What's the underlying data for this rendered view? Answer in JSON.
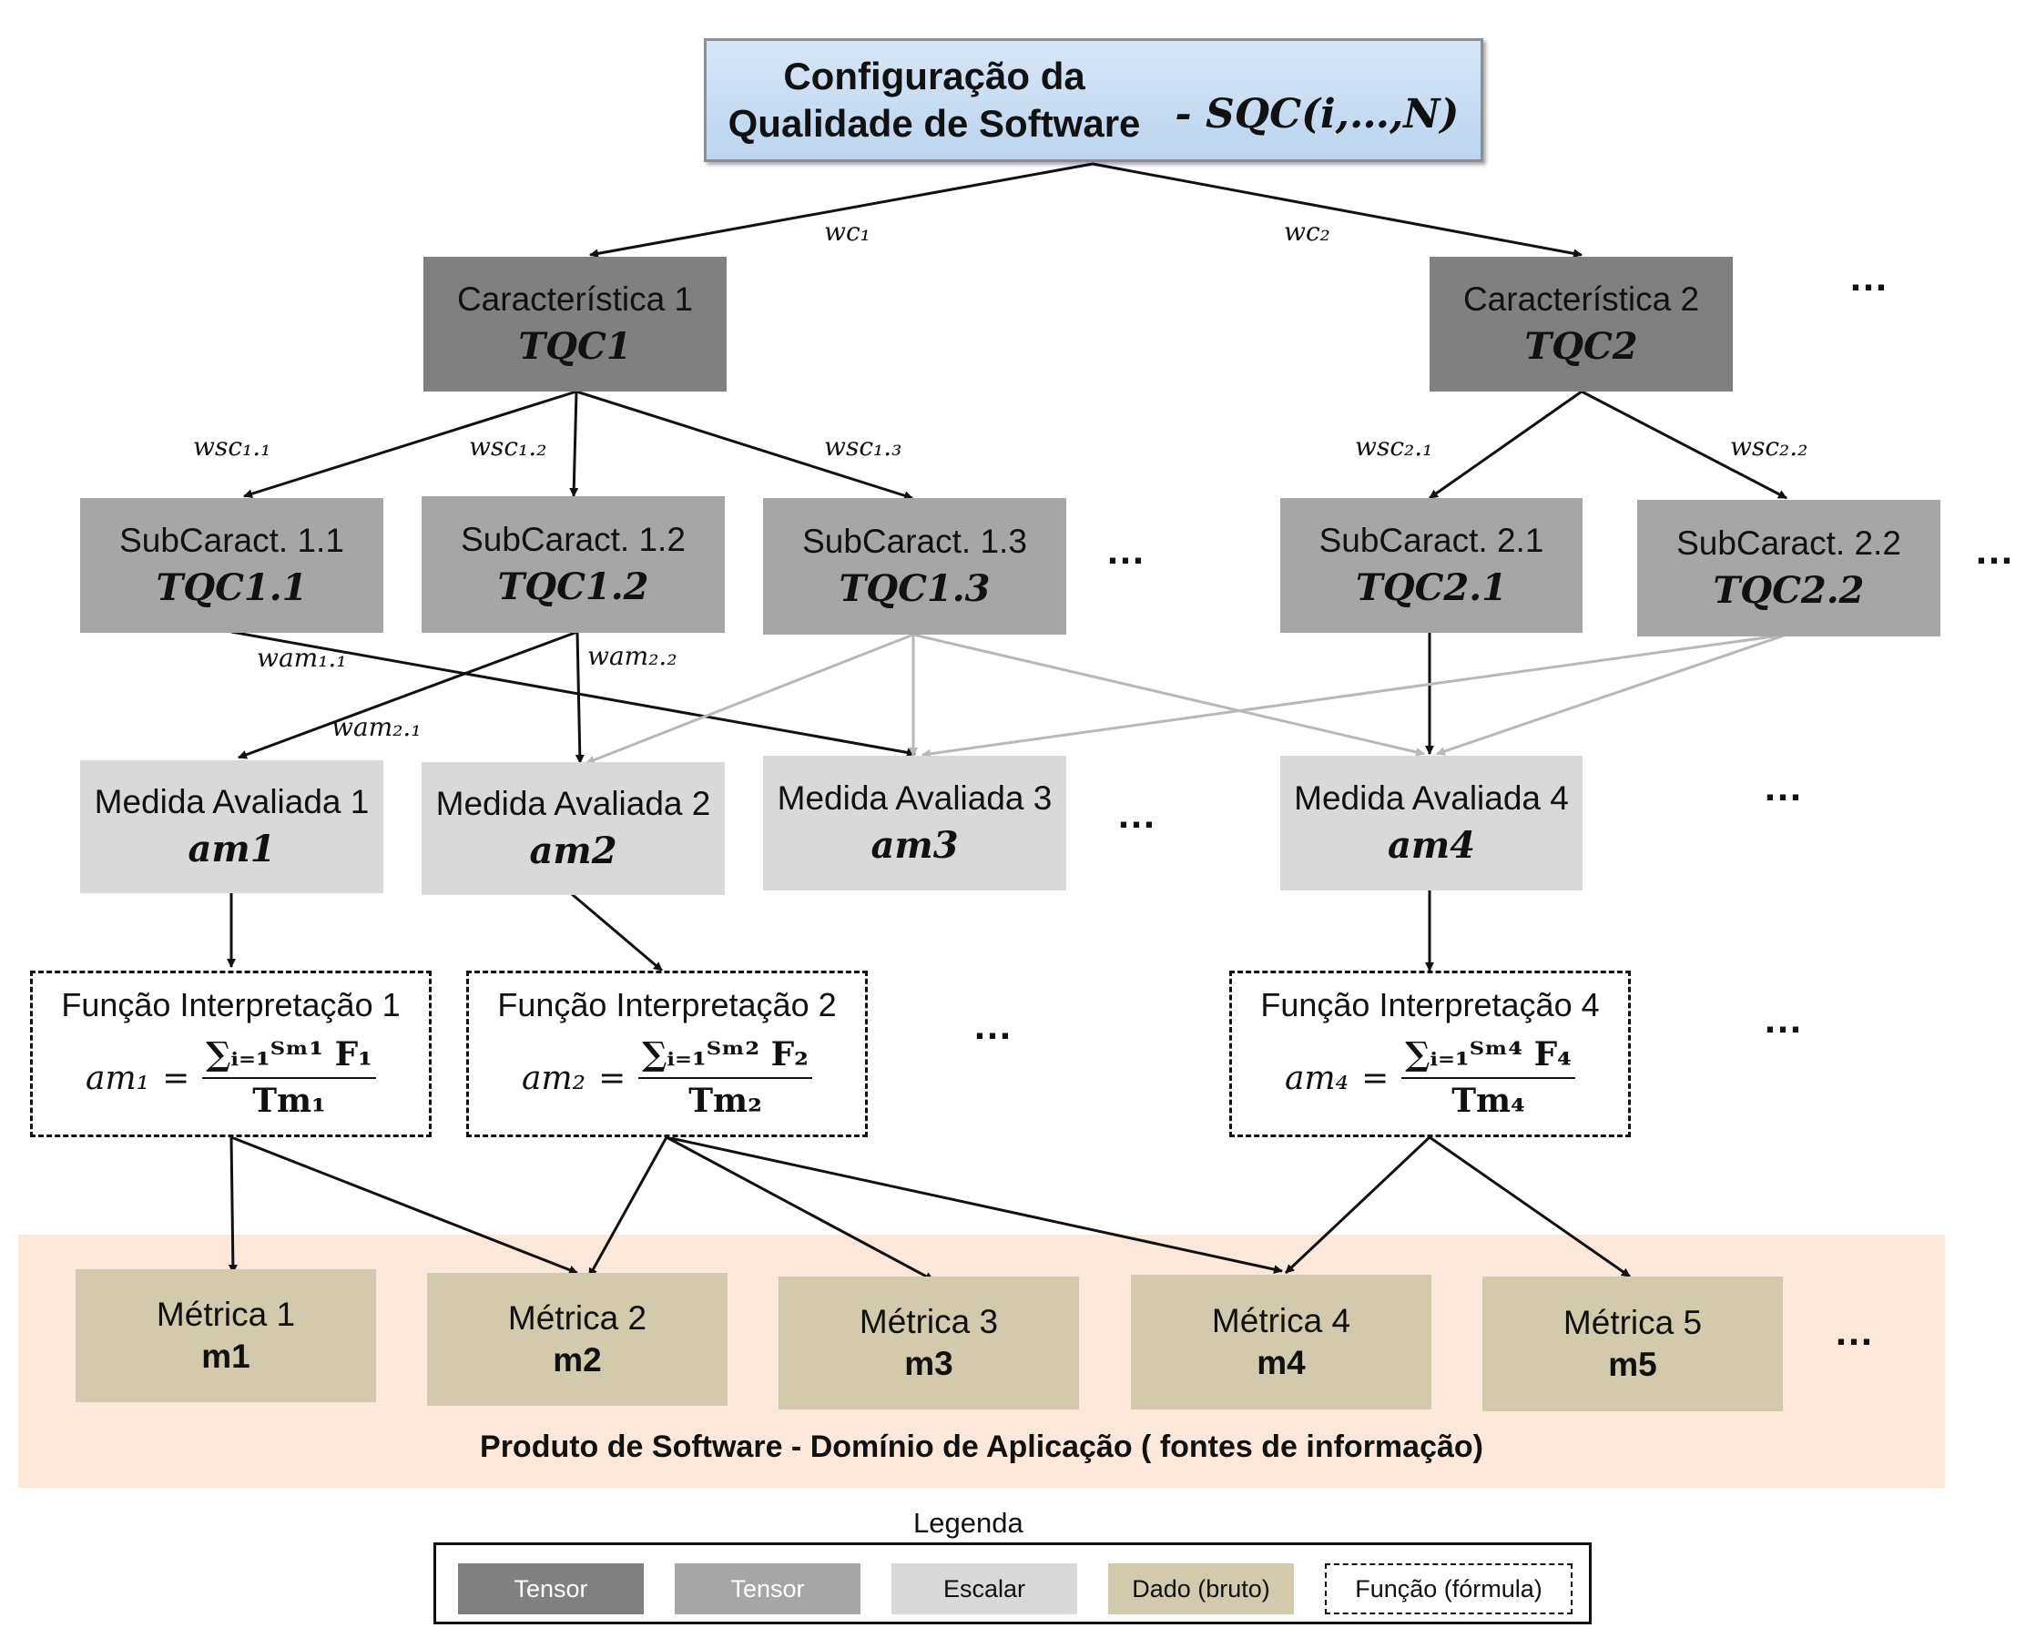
{
  "root": {
    "line1": "Configuração da",
    "line2": "Qualidade de Software",
    "sqc": "- SQC(i,…,N)"
  },
  "characteristics": [
    {
      "name": "Característica 1",
      "tensor": "TQC1"
    },
    {
      "name": "Característica 2",
      "tensor": "TQC2"
    }
  ],
  "subcharacteristics": [
    {
      "name": "SubCaract. 1.1",
      "tensor": "TQC1.1"
    },
    {
      "name": "SubCaract. 1.2",
      "tensor": "TQC1.2"
    },
    {
      "name": "SubCaract. 1.3",
      "tensor": "TQC1.3"
    },
    {
      "name": "SubCaract. 2.1",
      "tensor": "TQC2.1"
    },
    {
      "name": "SubCaract. 2.2",
      "tensor": "TQC2.2"
    }
  ],
  "measures": [
    {
      "name": "Medida  Avaliada 1",
      "id": "am1"
    },
    {
      "name": "Medida  Avaliada 2",
      "id": "am2"
    },
    {
      "name": "Medida  Avaliada 3",
      "id": "am3"
    },
    {
      "name": "Medida Avaliada 4",
      "id": "am4"
    }
  ],
  "functions": [
    {
      "name": "Função Interpretação 1",
      "lhs": "am₁",
      "num": "∑ᵢ₌₁ᵀᵐ¹ F₁",
      "den": "Tm₁"
    },
    {
      "name": "Função Interpretação 2",
      "lhs": "am₂",
      "num": "∑ᵢ₌₁ᵀᵐ² F₂",
      "den": "Tm₂"
    },
    {
      "name": "Função Interpretação 4",
      "lhs": "am₄",
      "num": "∑ᵢ₌₁ᵀᵐ⁴ F₄",
      "den": "Tm₄"
    }
  ],
  "metrics": [
    {
      "name": "Métrica 1",
      "id": "m1"
    },
    {
      "name": "Métrica 2",
      "id": "m2"
    },
    {
      "name": "Métrica 3",
      "id": "m3"
    },
    {
      "name": "Métrica 4",
      "id": "m4"
    },
    {
      "name": "Métrica 5",
      "id": "m5"
    }
  ],
  "weights": {
    "wc1": "wc₁",
    "wc2": "wc₂",
    "wsc11": "wsc₁.₁",
    "wsc12": "wsc₁.₂",
    "wsc13": "wsc₁.₃",
    "wsc21": "wsc₂.₁",
    "wsc22": "wsc₂.₂",
    "wam11": "wam₁.₁",
    "wam22": "wam₂.₂",
    "wam21": "wam₂.₁"
  },
  "ellipsis": "…",
  "domain_label": "Produto de Software - Domínio de Aplicação  ( fontes de informação)",
  "legend": {
    "title": "Legenda",
    "items": [
      "Tensor",
      "Tensor",
      "Escalar",
      "Dado (bruto)",
      "Função (fórmula)"
    ]
  },
  "colors": {
    "characteristic": "#808080",
    "subcharacteristic": "#a6a6a6",
    "measure": "#d9d9d9",
    "metric": "#d3c9ac",
    "domain": "#fbe8db",
    "root": "#c9dcf2"
  }
}
